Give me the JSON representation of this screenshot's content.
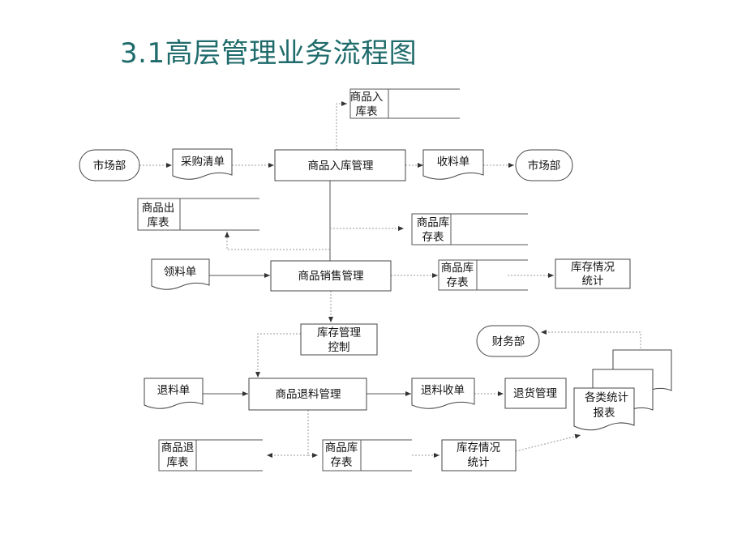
{
  "title": "3.1高层管理业务流程图",
  "nodes": {
    "market_left": "市场部",
    "purchase_list": "采购清单",
    "goods_in_mgmt": "商品入库管理",
    "receipt": "收料单",
    "market_right": "市场部",
    "goods_in_table": [
      "商品入",
      "库表"
    ],
    "goods_out_table": [
      "商品出",
      "库表"
    ],
    "inventory_table_1": [
      "商品库",
      "存表"
    ],
    "material_req": "领料单",
    "sales_mgmt": "商品销售管理",
    "inventory_table_2": [
      "商品库",
      "存表"
    ],
    "inventory_stats_1": [
      "库存情况",
      "统计"
    ],
    "inventory_control": [
      "库存管理",
      "控制"
    ],
    "finance_dept": "财务部",
    "return_slip": "退料单",
    "return_mgmt": "商品退料管理",
    "return_receipt": "退料收单",
    "return_goods_mgmt": "退货管理",
    "reports": [
      "各类统计",
      "报表"
    ],
    "goods_return_table": [
      "商品退",
      "库表"
    ],
    "inventory_table_3": [
      "商品库",
      "存表"
    ],
    "inventory_stats_2": [
      "库存情况",
      "统计"
    ]
  }
}
